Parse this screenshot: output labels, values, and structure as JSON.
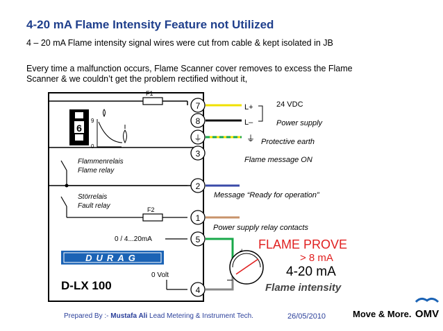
{
  "slide": {
    "title": "4-20 mA Flame Intensity Feature not Utilized",
    "line1": "4 – 20 mA Flame intensity signal wires were cut from cable & kept isolated in JB",
    "line2": "Every time a malfunction occurs,  Flame Scanner cover removes to excess the Flame",
    "line3": "Scanner & we couldn’t get the problem rectified without it,"
  },
  "diagram": {
    "fuse1": "F1",
    "fuse2": "F2",
    "terminals": [
      "7",
      "8",
      "⏚",
      "3",
      "2",
      "1",
      "5",
      "4"
    ],
    "digit": "6",
    "scale_top": "9",
    "scale_bottom": "0",
    "flame_relay_de": "Flammenrelais",
    "flame_relay_en": "Flame relay",
    "fault_relay_de": "Störrelais",
    "fault_relay_en": "Fault relay",
    "current_label": "0 / 4...20mA",
    "brand": "DURAG",
    "zero_volt": "0 Volt",
    "model": "D-LX 100",
    "l_plus": "L+",
    "l_minus": "L–",
    "vdc": "24 VDC",
    "power_supply": "Power supply",
    "earth": "Protective earth",
    "flame_on": "Flame message ON",
    "ready": "Message “Ready for operation”",
    "relay_contacts": "Power supply relay contacts",
    "flame_prove": "FLAME PROVE",
    "gt8": "> 8 mA",
    "ma_range": "4-20 mA",
    "flame_intensity": "Flame intensity",
    "plus": "+",
    "minus": "–"
  },
  "footer": {
    "prepared_by": "Prepared By :-",
    "author": "Mustafa Ali",
    "dept": "Lead Metering & Instrument Tech.",
    "date": "26/05/2010",
    "slogan": "Move & More.",
    "logo_text": "OMV"
  },
  "colors": {
    "title": "#1f3f8c",
    "wire_yellow": "#f0e000",
    "wire_green": "#19a84a",
    "wire_blue": "#3a4aa8",
    "wire_brown": "#c8936a",
    "flame_prove": "#e02020",
    "brand_blue": "#1b63b5"
  }
}
